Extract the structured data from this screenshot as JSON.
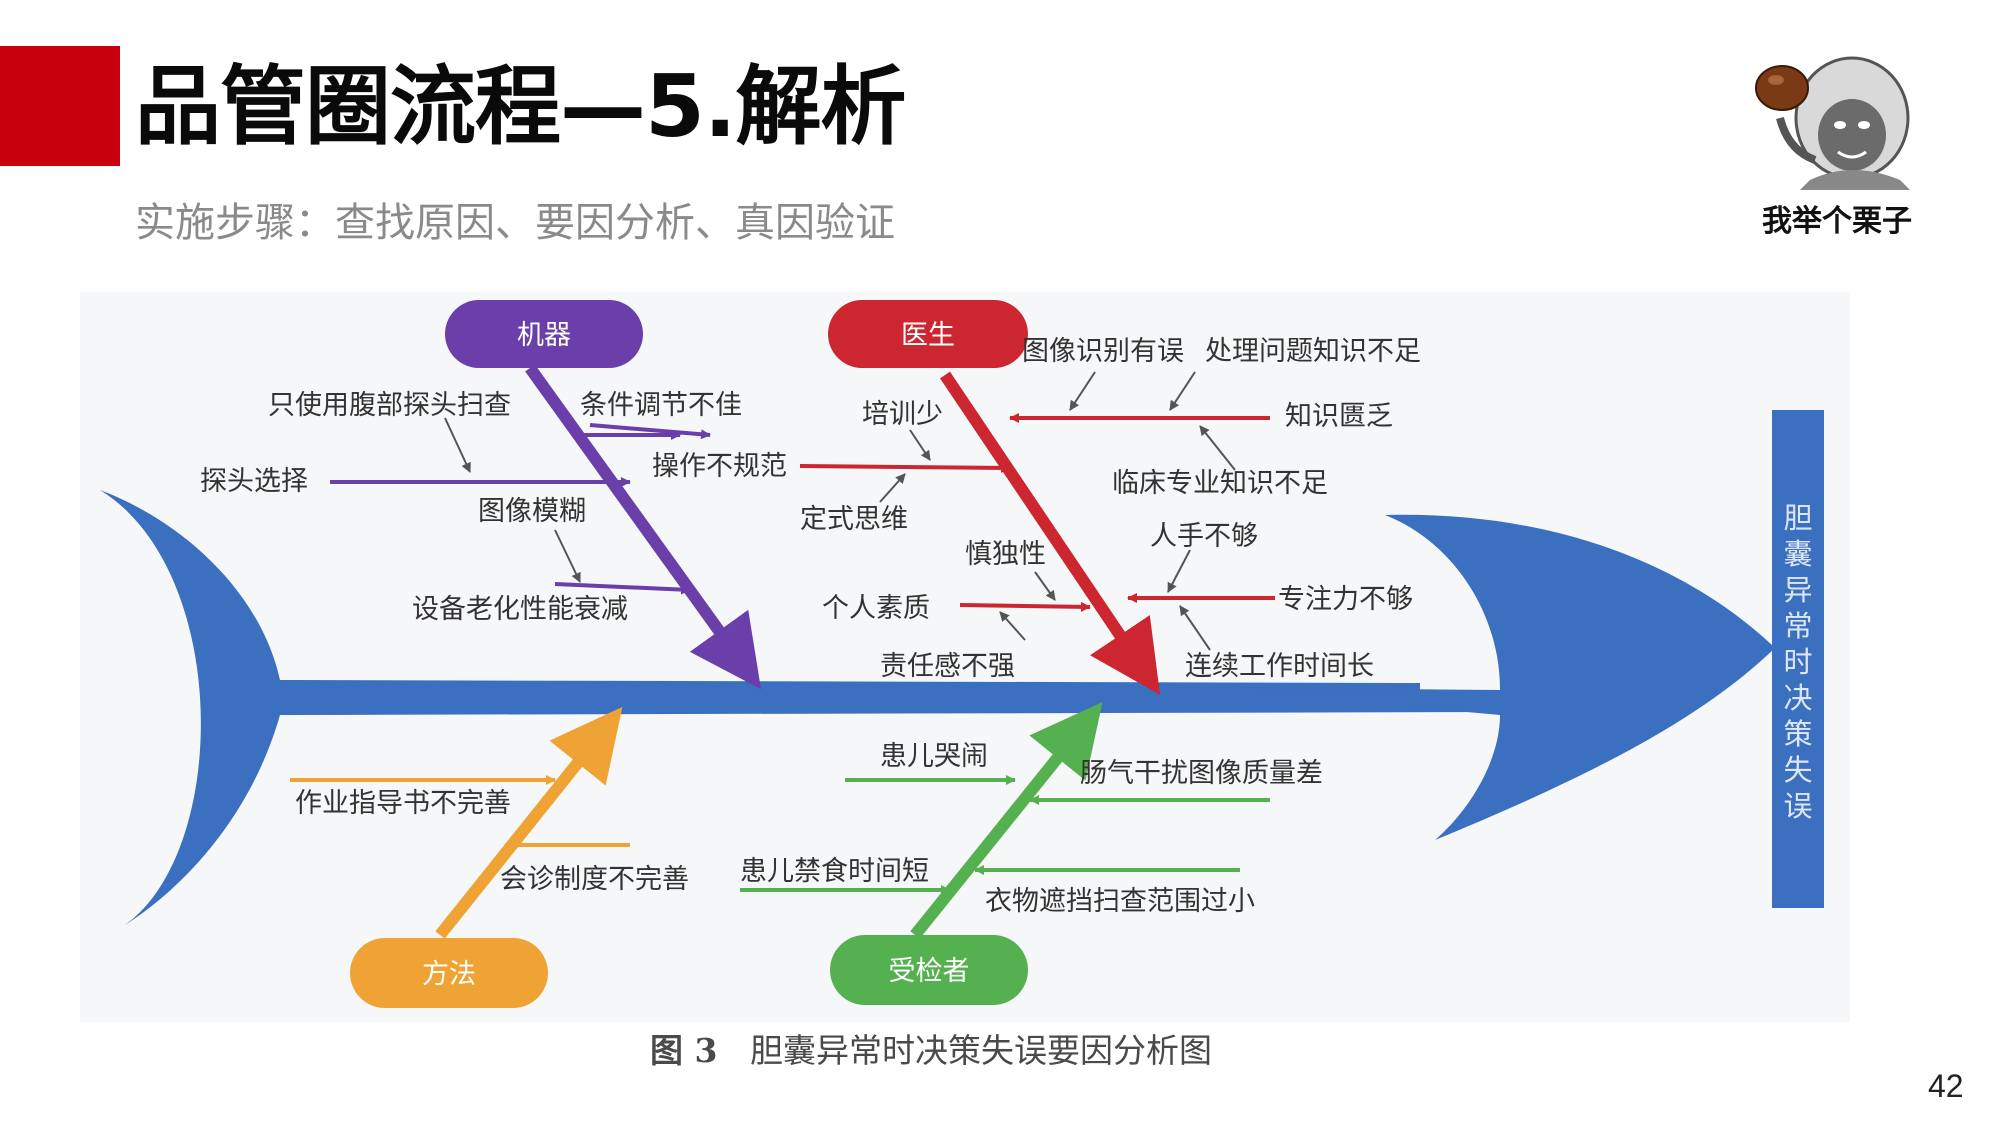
{
  "slide": {
    "title": "品管圈流程—5.解析",
    "subtitle": "实施步骤：查找原因、要因分析、真因验证",
    "page_number": "42",
    "meme_caption": "我举个栗子"
  },
  "colors": {
    "accent_red": "#c8000b",
    "fish_blue": "#3b6fbf",
    "machine_purple": "#6a3fa9",
    "doctor_red": "#cc2630",
    "method_orange": "#f0a335",
    "patient_green": "#55b04f"
  },
  "fishbone": {
    "effect": "胆囊异常时决策失误",
    "caption_label": "图 3",
    "caption_text": "胆囊异常时决策失误要因分析图",
    "categories": {
      "machine": {
        "name": "机器",
        "causes": [
          "只使用腹部探头扫查",
          "条件调节不佳",
          "探头选择",
          "图像模糊",
          "设备老化性能衰减"
        ]
      },
      "doctor": {
        "name": "医生",
        "causes": [
          "图像识别有误",
          "处理问题知识不足",
          "培训少",
          "知识匮乏",
          "操作不规范",
          "定式思维",
          "临床专业知识不足",
          "慎独性",
          "人手不够",
          "个人素质",
          "专注力不够",
          "责任感不强",
          "连续工作时间长"
        ]
      },
      "method": {
        "name": "方法",
        "causes": [
          "作业指导书不完善",
          "会诊制度不完善"
        ]
      },
      "patient": {
        "name": "受检者",
        "causes": [
          "患儿哭闹",
          "肠气干扰图像质量差",
          "患儿禁食时间短",
          "衣物遮挡扫查范围过小"
        ]
      }
    }
  }
}
